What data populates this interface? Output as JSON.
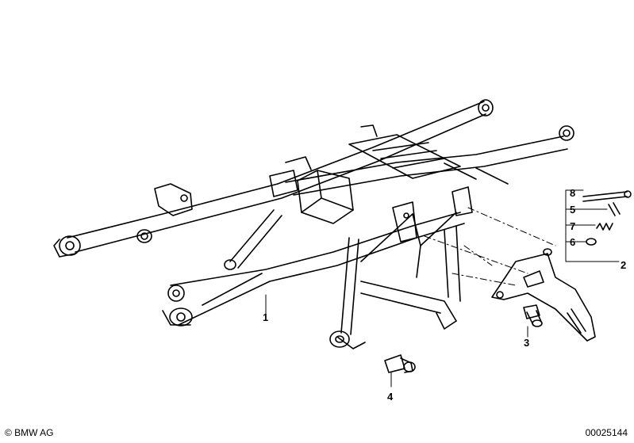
{
  "callouts": {
    "c1": "1",
    "c2": "2",
    "c3": "3",
    "c4": "4",
    "c5": "5",
    "c6": "6",
    "c7": "7",
    "c8": "8"
  },
  "footer": {
    "copyright": "© BMW AG",
    "doc_number": "00025144"
  }
}
